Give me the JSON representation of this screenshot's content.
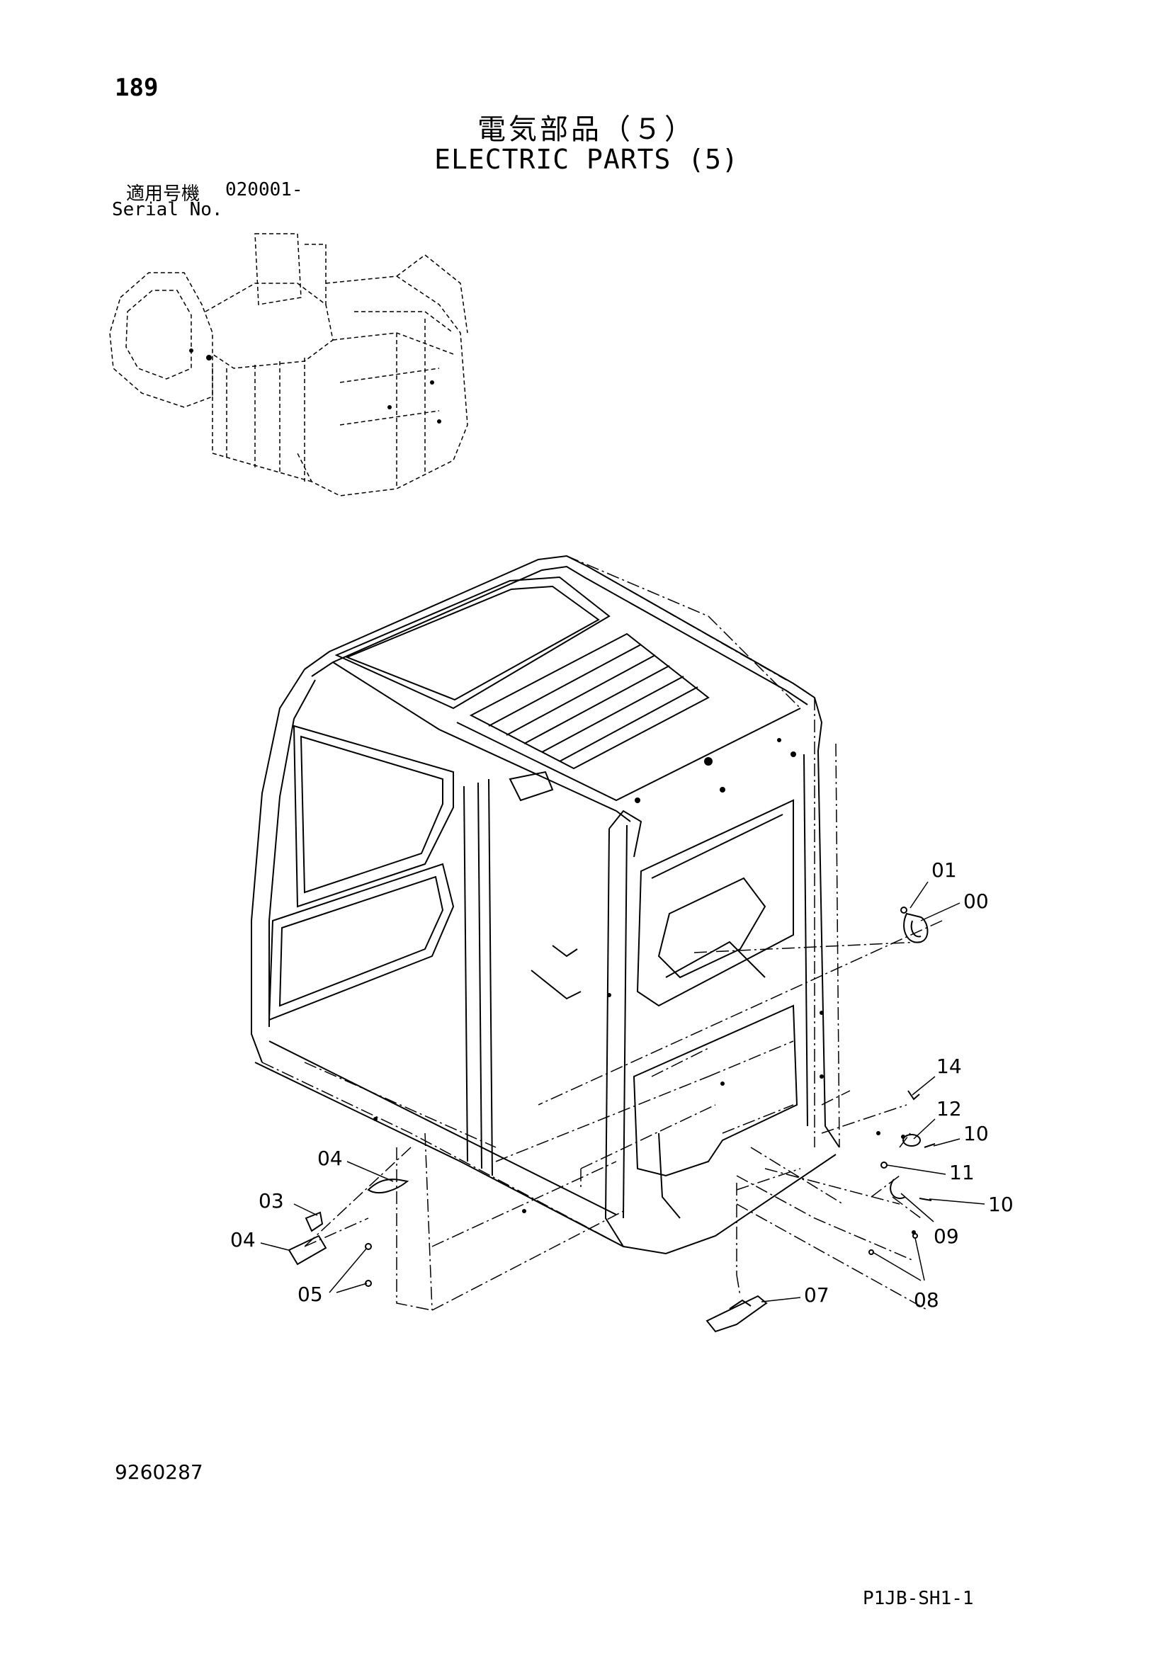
{
  "header": {
    "page_number": "189",
    "title_jp": "電気部品（５）",
    "title_en": "ELECTRIC PARTS (5)",
    "serial_label_jp": "適用号機",
    "serial_value": "020001-",
    "serial_label_en": "Serial No."
  },
  "callouts": [
    "01",
    "00",
    "14",
    "12",
    "10",
    "11",
    "10",
    "09",
    "08",
    "07",
    "04",
    "03",
    "04",
    "05"
  ],
  "footer": {
    "doc_number": "9260287",
    "page_code": "P1JB-SH1-1"
  }
}
